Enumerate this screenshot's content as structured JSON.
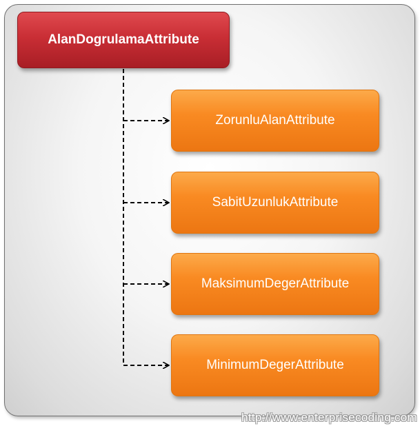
{
  "diagram": {
    "root": {
      "label": "AlanDogrulamaAttribute"
    },
    "children": [
      {
        "label": "ZorunluAlanAttribute"
      },
      {
        "label": "SabitUzunlukAttribute"
      },
      {
        "label": "MaksimumDegerAttribute"
      },
      {
        "label": "MinimumDegerAttribute"
      }
    ],
    "colors": {
      "root_fill": "#c92e35",
      "child_fill": "#f98a22",
      "connector": "#000000",
      "label_text": "#ffffff"
    },
    "connector_style": "dashed-arrow"
  },
  "watermark": {
    "text": "http://www.enterprisecoding.com"
  }
}
